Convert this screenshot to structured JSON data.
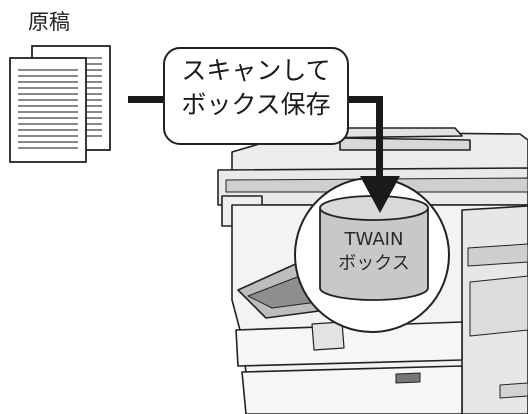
{
  "labels": {
    "originals": "原稿",
    "callout_line1": "スキャンして",
    "callout_line2": "ボックス保存",
    "box_line1": "TWAIN",
    "box_line2": "ボックス"
  },
  "icons": {
    "documents": "document-stack-icon",
    "printer": "multifunction-printer-icon",
    "storage": "storage-cylinder-icon",
    "arrow": "arrow-down-icon"
  },
  "colors": {
    "line": "#1a1a1a",
    "cylinder_fill": "#c8c8c8",
    "printer_fill": "#f2f2f2",
    "printer_shade": "#b8b8b8"
  }
}
